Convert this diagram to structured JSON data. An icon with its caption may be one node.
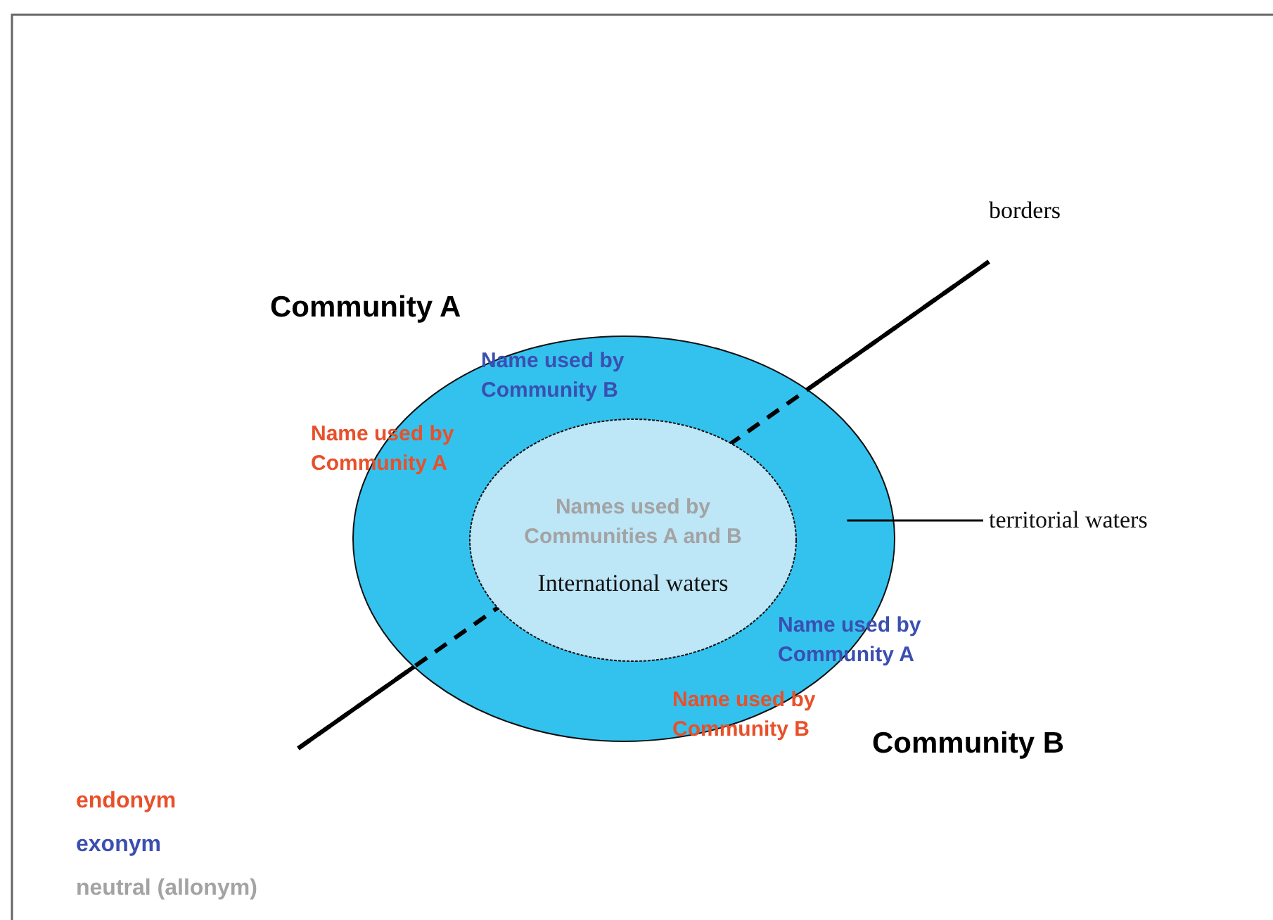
{
  "diagram": {
    "nodes": [
      {
        "text": [
          "Name used by Community B",
          "Name used by Community A",
          "Name used by Community A",
          "Name used by Community B"
        ]
      },
      {
        "text": [
          "Names used by Communities A and B",
          "International waters"
        ],
        "in": 0
      },
      {
        "text": [
          "territorial waters"
        ]
      }
    ],
    "edges": [
      {
        "from": 2,
        "to": 0,
        "arrow": "none"
      }
    ],
    "labels": [
      "borders",
      "Community A",
      "Community B"
    ],
    "legend": [
      {
        "text": "endonym",
        "color": "#e8502a"
      },
      {
        "text": "exonym",
        "color": "#3b4fb0"
      },
      {
        "text": "neutral (allonym)",
        "color": "#a3a3a3"
      }
    ]
  }
}
